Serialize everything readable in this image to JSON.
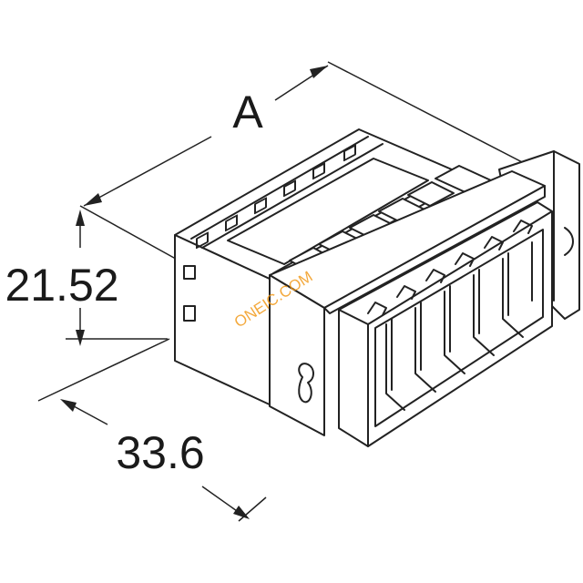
{
  "dimensions": {
    "length_label": "A",
    "height_label": "21.52",
    "depth_label": "33.6"
  },
  "watermark": {
    "text": "ONEIC.COM",
    "color": "#f29a1a"
  },
  "colors": {
    "line": "#222222",
    "background": "#ffffff"
  }
}
